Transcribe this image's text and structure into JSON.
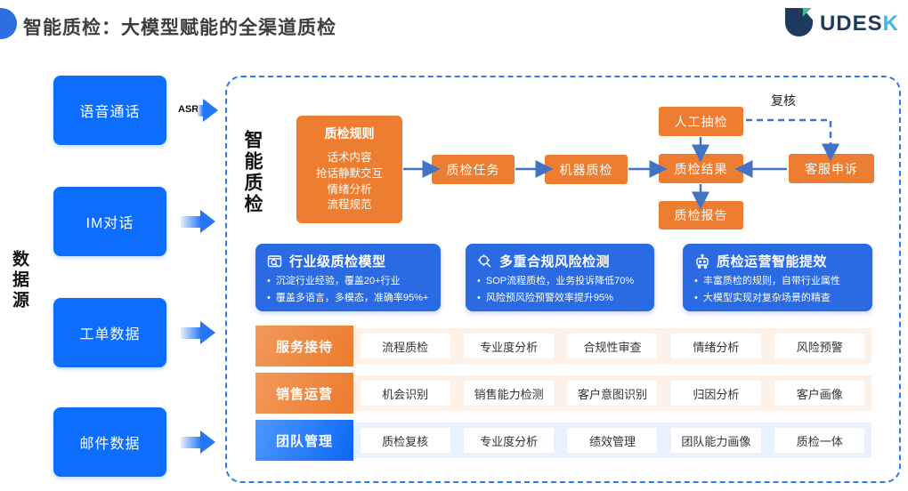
{
  "header": {
    "title": "智能质检：大模型赋能的全渠道质检",
    "logo_text": "UDES",
    "logo_accent": "K"
  },
  "left_panel": {
    "label": "数据源",
    "sources": [
      {
        "label": "语音通话",
        "tag": "ASR"
      },
      {
        "label": "IM对话"
      },
      {
        "label": "工单数据"
      },
      {
        "label": "邮件数据"
      }
    ]
  },
  "diagram": {
    "label": "智能质检",
    "rules_box": {
      "title": "质检规则",
      "items": [
        "话术内容",
        "抢话静默交互",
        "情绪分析",
        "流程规范",
        "......"
      ]
    },
    "flow": {
      "task": "质检任务",
      "machine": "机器质检",
      "result": "质检结果",
      "manual": "人工抽检",
      "appeal": "客服申诉",
      "report": "质检报告",
      "review_label": "复核"
    },
    "cards": [
      {
        "icon": "industry-model-search-icon",
        "title": "行业级质检模型",
        "bullets": [
          "沉淀行业经验，覆盖20+行业",
          "覆盖多语言，多模态，准确率95%+"
        ]
      },
      {
        "icon": "risk-scan-magnifier-icon",
        "title": "多重合规风险检测",
        "bullets": [
          "SOP流程质检，业务投诉降低70%",
          "风险预风险预警效率提升95%"
        ]
      },
      {
        "icon": "robot-icon",
        "title": "质检运营智能提效",
        "bullets": [
          "丰富质检的规则，自带行业属性",
          "大模型实现对复杂场景的精查"
        ]
      }
    ],
    "rows": [
      {
        "label": "服务接待",
        "theme": "orange",
        "items": [
          "流程质检",
          "专业度分析",
          "合规性审查",
          "情绪分析",
          "风险预警"
        ]
      },
      {
        "label": "销售运营",
        "theme": "orange",
        "items": [
          "机会识别",
          "销售能力检测",
          "客户意图识别",
          "归因分析",
          "客户画像"
        ]
      },
      {
        "label": "团队管理",
        "theme": "blue",
        "items": [
          "质检复核",
          "专业度分析",
          "绩效管理",
          "团队能力画像",
          "质检一体"
        ]
      }
    ]
  },
  "colors": {
    "primary_blue": "#0d6efd",
    "orange": "#ed7d31",
    "card_blue": "#2a6ae3",
    "arrow_blue": "#4472c4",
    "dashed_border": "#2e7ae6",
    "peach_strip": "#fdf1e8",
    "blue_strip": "#e9f1fe",
    "logo_navy": "#1e3a5f",
    "logo_accent": "#41b6e6"
  }
}
